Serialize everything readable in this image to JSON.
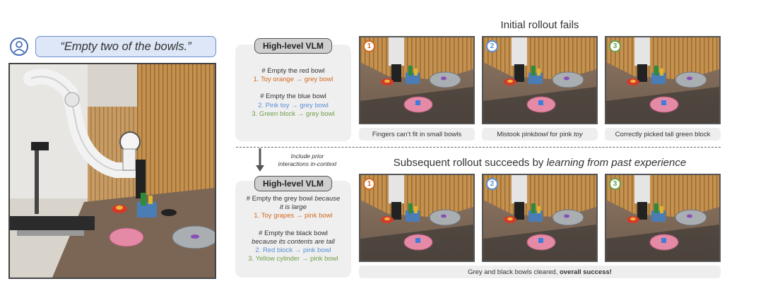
{
  "prompt": {
    "icon": "user-icon",
    "text": "“Empty two of the bowls.”"
  },
  "vlm_top": {
    "title": "High-level VLM",
    "g1_header": "# Empty the red bowl",
    "g1_step1": "1. Toy orange → grey bowl",
    "g2_header": "# Empty the blue bowl",
    "g2_step2": "2. Pink toy → grey bowl",
    "g2_step3": "3. Green block → grey bowl"
  },
  "transition": {
    "line1": "Include prior",
    "line2": "interactions in-context"
  },
  "vlm_bottom": {
    "title": "High-level VLM",
    "g1_header_a": "# Empty the grey bowl",
    "g1_header_b": "because",
    "g1_header_c": "it is large",
    "g1_step1": "1. Toy grapes → pink bowl",
    "g2_header_a": "# Empty the black bowl",
    "g2_header_b": "because its contents are tall",
    "g2_step2": "2. Red block → pink bowl",
    "g2_step3": "3. Yellow cylinder → pink bowl"
  },
  "top_row": {
    "headline": "Initial rollout fails",
    "tiles": [
      {
        "step": "1",
        "color": "#d2691e",
        "caption": "Fingers can’t fit in small bowls"
      },
      {
        "step": "2",
        "color": "#5b8fd6",
        "caption_a": "Mistook pink ",
        "caption_b": "bowl",
        "caption_c": " for pink ",
        "caption_d": "toy"
      },
      {
        "step": "3",
        "color": "#6e9e4a",
        "caption": "Correctly picked tall green block"
      }
    ]
  },
  "bottom_row": {
    "headline_a": "Subsequent rollout succeeds by ",
    "headline_b": "learning from past experience",
    "tiles": [
      {
        "step": "1",
        "color": "#d2691e"
      },
      {
        "step": "2",
        "color": "#5b8fd6"
      },
      {
        "step": "3",
        "color": "#6e9e4a"
      }
    ],
    "caption_a": "Grey and black bowls cleared, ",
    "caption_b": "overall success!"
  }
}
